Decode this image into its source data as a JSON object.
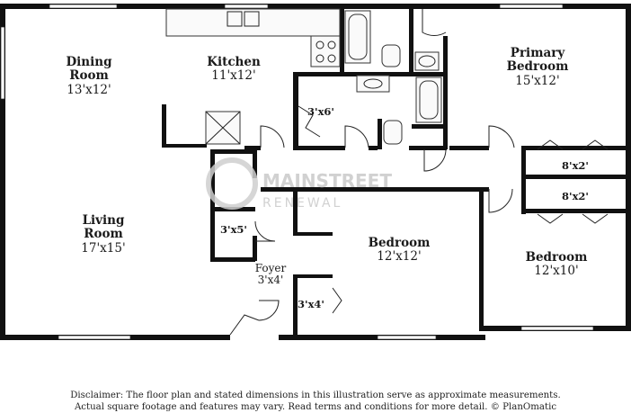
{
  "rooms": {
    "dining": {
      "name_line1": "Dining",
      "name_line2": "Room",
      "dim": "13'x12'"
    },
    "kitchen": {
      "name": "Kitchen",
      "dim": "11'x12'"
    },
    "primary": {
      "name_line1": "Primary",
      "name_line2": "Bedroom",
      "dim": "15'x12'"
    },
    "living": {
      "name_line1": "Living",
      "name_line2": "Room",
      "dim": "17'x15'"
    },
    "bedroom_center": {
      "name": "Bedroom",
      "dim": "12'x12'"
    },
    "bedroom_right": {
      "name": "Bedroom",
      "dim": "12'x10'"
    },
    "foyer": {
      "name": "Foyer",
      "dim": "3'x4'"
    }
  },
  "closets": {
    "hall": "3'x6'",
    "pantry": "3'x5'",
    "foyer_closet": "3'x4'",
    "primary_closet_1": "8'x2'",
    "primary_closet_2": "8'x2'"
  },
  "watermark": {
    "line1": "MAINSTREET",
    "line2": "RENEWAL"
  },
  "disclaimer": {
    "line1": "Disclaimer: The floor plan and stated dimensions in this illustration serve as approximate measurements.",
    "line2": "Actual square footage and features may vary. Read terms and conditions for more detail. © PlanOmatic"
  }
}
